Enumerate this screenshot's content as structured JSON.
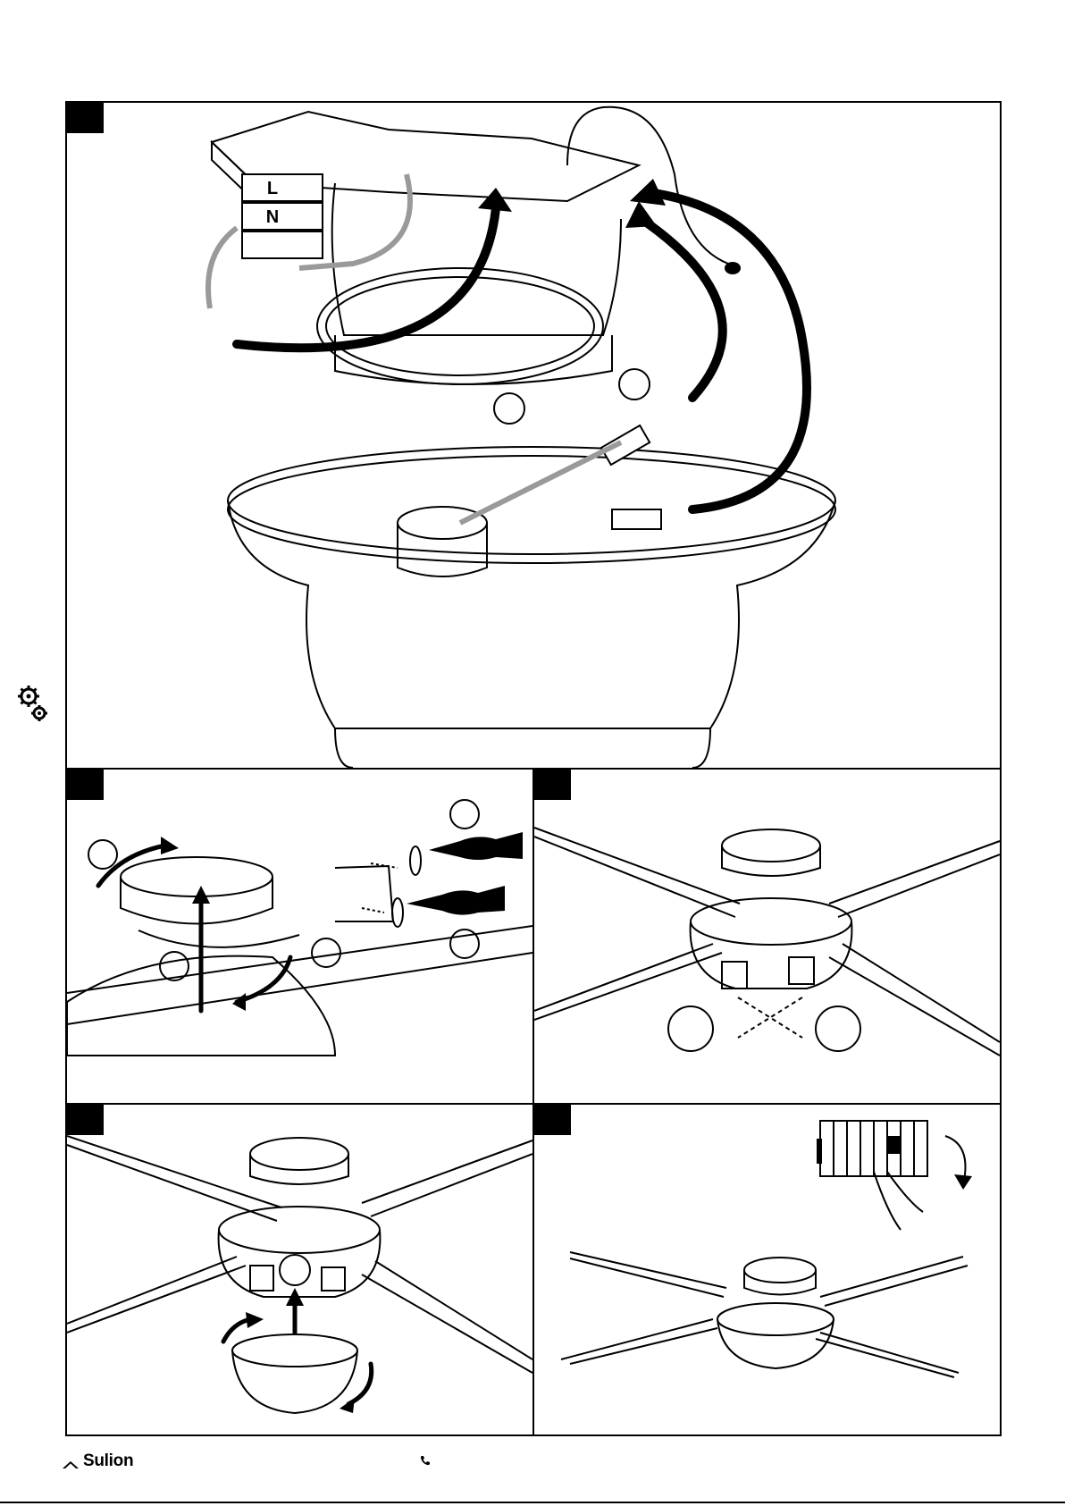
{
  "brand": {
    "name": "Sulion",
    "logo_icon": "sulion-logo-icon"
  },
  "terminal_labels": [
    "L",
    "N",
    "⏚"
  ],
  "icons": {
    "settings": "gear-pair-icon",
    "phone": "phone-icon",
    "earth": "earth-ground-icon",
    "step_marker": "step-tab-icon"
  },
  "colors": {
    "ink": "#000000",
    "paper": "#ffffff",
    "wire_grey": "#9a9a9a"
  }
}
